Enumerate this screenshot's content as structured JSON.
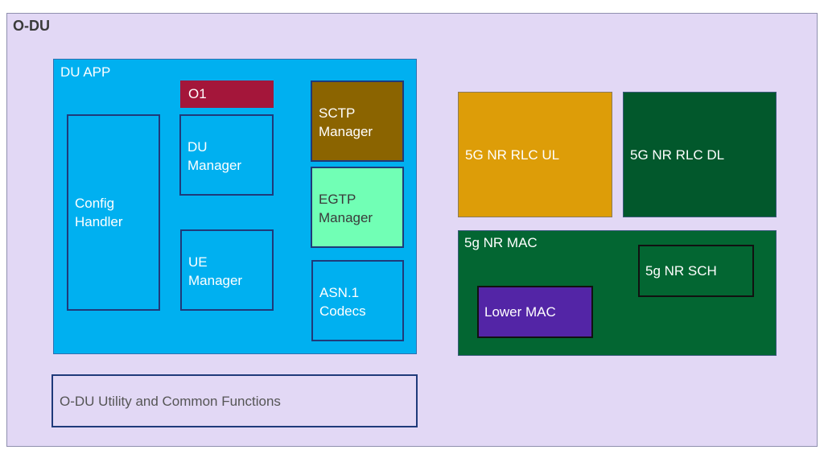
{
  "diagram": {
    "title": "O-DU",
    "colors": {
      "background": "#e2d8f5",
      "du_app": "#00b0f0",
      "o1": "#a4163a",
      "sctp": "#8b6400",
      "egtp": "#71ffb5",
      "rlc_ul": "#dd9d08",
      "rlc_dl": "#02582c",
      "mac": "#036632",
      "lower_mac": "#5325a6"
    },
    "du_app": {
      "title": "DU APP",
      "o1": "O1",
      "config_handler": [
        "Config",
        "Handler"
      ],
      "du_manager": [
        "DU",
        "Manager"
      ],
      "ue_manager": [
        "UE",
        "Manager"
      ],
      "sctp_manager": [
        "SCTP",
        "Manager"
      ],
      "egtp_manager": [
        "EGTP",
        "Manager"
      ],
      "asn_codecs": [
        "ASN.1",
        "Codecs"
      ]
    },
    "rlc_ul": "5G NR RLC UL",
    "rlc_dl": "5G NR RLC DL",
    "mac": {
      "title": "5g NR MAC",
      "sch": "5g NR SCH",
      "lower_mac": "Lower MAC"
    },
    "utility": "O-DU Utility and Common Functions"
  }
}
